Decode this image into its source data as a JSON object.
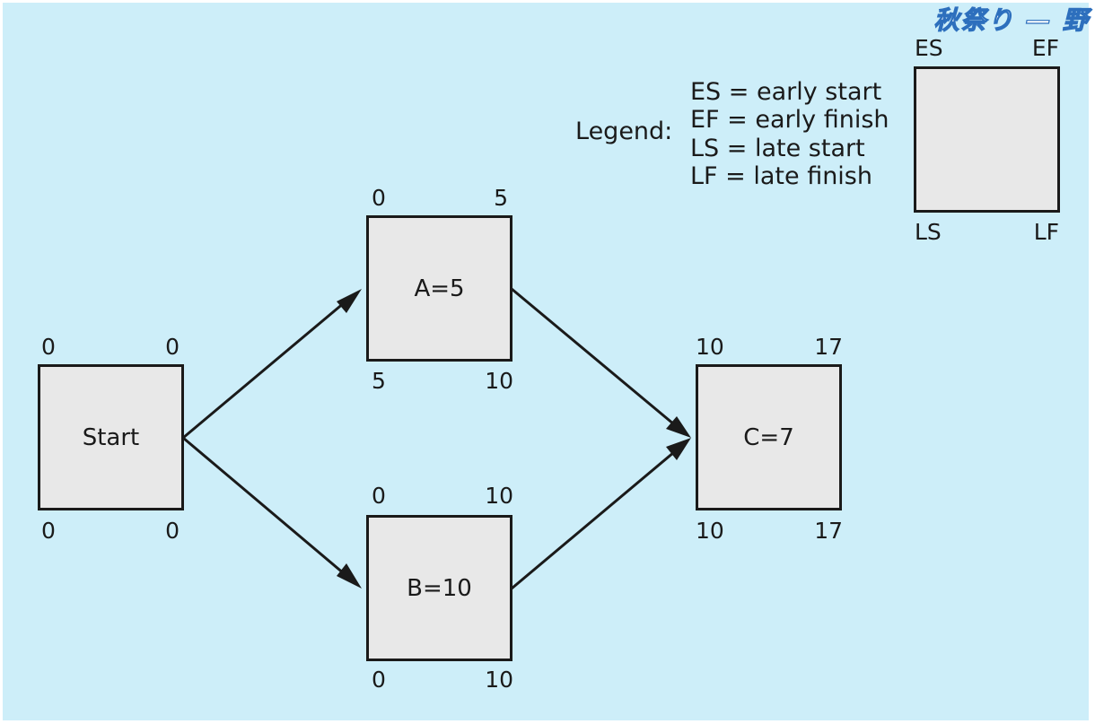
{
  "watermark": "秋祭り — 野",
  "legend": {
    "label": "Legend:",
    "lines": [
      "ES = early start",
      "EF = early finish",
      "LS = late start",
      "LF = late finish"
    ],
    "box": {
      "es": "ES",
      "ef": "EF",
      "ls": "LS",
      "lf": "LF"
    }
  },
  "nodes": {
    "start": {
      "label": "Start",
      "es": "0",
      "ef": "0",
      "ls": "0",
      "lf": "0"
    },
    "a": {
      "label": "A=5",
      "es": "0",
      "ef": "5",
      "ls": "5",
      "lf": "10"
    },
    "b": {
      "label": "B=10",
      "es": "0",
      "ef": "10",
      "ls": "0",
      "lf": "10"
    },
    "c": {
      "label": "C=7",
      "es": "10",
      "ef": "17",
      "ls": "10",
      "lf": "17"
    }
  },
  "colors": {
    "background": "#cdeef9",
    "node_fill": "#e8e8e8",
    "stroke": "#1a1a1a",
    "watermark": "#2d6fbd"
  }
}
